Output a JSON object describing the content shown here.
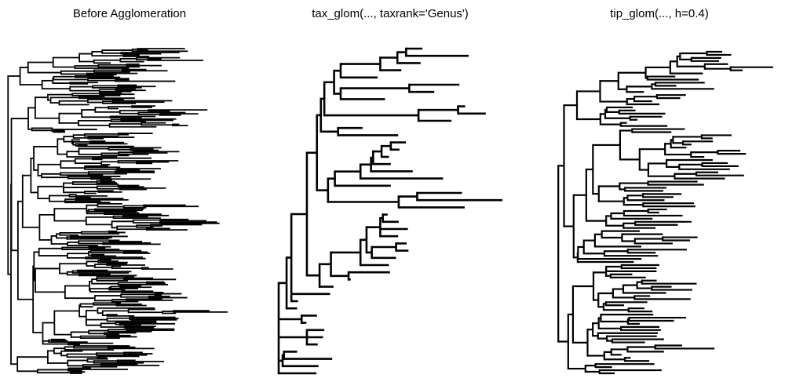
{
  "panels": [
    {
      "title": "Before Agglomeration",
      "tree": {
        "generated": true,
        "tips": 250,
        "seed": 7,
        "branch_scale": 1.6,
        "tip_scale": 2.5
      }
    },
    {
      "title": "tax_glom(..., taxrank='Genus')",
      "tree": {
        "generated": false,
        "nodes": [
          0,
          [
            [
              3.0,
              [
                [
                  4.8,
                  [
                    [
                      10.7,
                      [
                        [
                          14.5,
                          [
                            [
                              16.0,
                              [
                                [
                                  17.3,
                                  [
                                    [
                                      21.0,
                                      [
                                        [
                                          23.5,
                                          [
                                            [
                                              38.5,
                                              [
                                                [
                                                  45.0,
                                                  [
                                                    [
                                                      48.3,
                                                      [
                                                        54.5,
                                                        72.0
                                                      ]
                                                    ],
                                                    53.8
                                                  ]
                                                ],
                                                46.5
                                              ]
                                            ],
                                            37.5
                                          ]
                                        ],
                                        [
                                          23.5,
                                          [
                                            [
                                              49.5,
                                              [
                                                68.5,
                                                59.0
                                              ]
                                            ],
                                            40.3
                                          ]
                                        ]
                                      ]
                                    ],
                                    [
                                      53.0,
                                      [
                                        [
                                          68.0,
                                          [
                                            70.7,
                                            78.5
                                          ]
                                        ],
                                        65.5
                                      ]
                                    ]
                                  ]
                                ],
                                [
                                  22.5,
                                  [
                                    31.8,
                                    45.3
                                  ]
                                ]
                              ]
                            ],
                            [
                              18.7,
                              [
                                [
                                  21.3,
                                  [
                                    [
                                      31.0,
                                      [
                                        [
                                          35.0,
                                          [
                                            [
                                              35.8,
                                              [
                                                [
                                                  39.0,
                                                  [
                                                    [
                                                      42.5,
                                                      [
                                                        48.2,
                                                        45.8
                                                      ]
                                                    ],
                                                    41.8
                                                  ]
                                                ],
                                                42.5
                                              ]
                                            ],
                                            50.8
                                          ]
                                        ],
                                        62.3
                                      ]
                                    ],
                                    42.5
                                  ]
                                ],
                                [
                                  45.5,
                                  [
                                    [
                                      52.5,
                                      [
                                        69.5,
                                        84.8
                                      ]
                                    ],
                                    70.5
                                  ]
                                ]
                              ]
                            ]
                          ]
                        ],
                        [
                          15.5,
                          [
                            [
                              19.8,
                              [
                                [
                                  31.0,
                                  [
                                    [
                                      33.3,
                                      [
                                        [
                                          38.5,
                                          [
                                            [
                                              39.5,
                                              [
                                                41.3,
                                                45.5
                                              ]
                                            ],
                                            49.0,
                                            45.3
                                          ]
                                        ],
                                        [
                                          35.3,
                                          [
                                            [
                                              44.5,
                                              [
                                                48.5,
                                                49.2
                                              ]
                                            ],
                                            44.5
                                          ]
                                        ]
                                      ]
                                    ],
                                    41.8
                                  ]
                                ],
                                [
                                  26.5,
                                  [
                                    42.2,
                                    27.3
                                  ]
                                ]
                              ]
                            ],
                            20.8
                          ]
                        ]
                      ]
                    ],
                    19.5,
                    7.3
                  ]
                ],
                7.0
              ]
            ],
            [
              8.7,
              [
                14.5,
                10.5
              ]
            ],
            [
              10.7,
              [
                17.3,
                16.8,
                14.8
              ]
            ],
            [
              1.5,
              [
                [
                  2.0,
                  [
                    7.0,
                    20.3
                  ]
                ],
                15.1
              ]
            ],
            14.3
          ]
        ]
      }
    },
    {
      "title": "tip_glom(..., h=0.4)",
      "tree": {
        "generated": true,
        "tips": 105,
        "seed": 21,
        "branch_scale": 2.0,
        "tip_scale": 4.0
      }
    }
  ]
}
